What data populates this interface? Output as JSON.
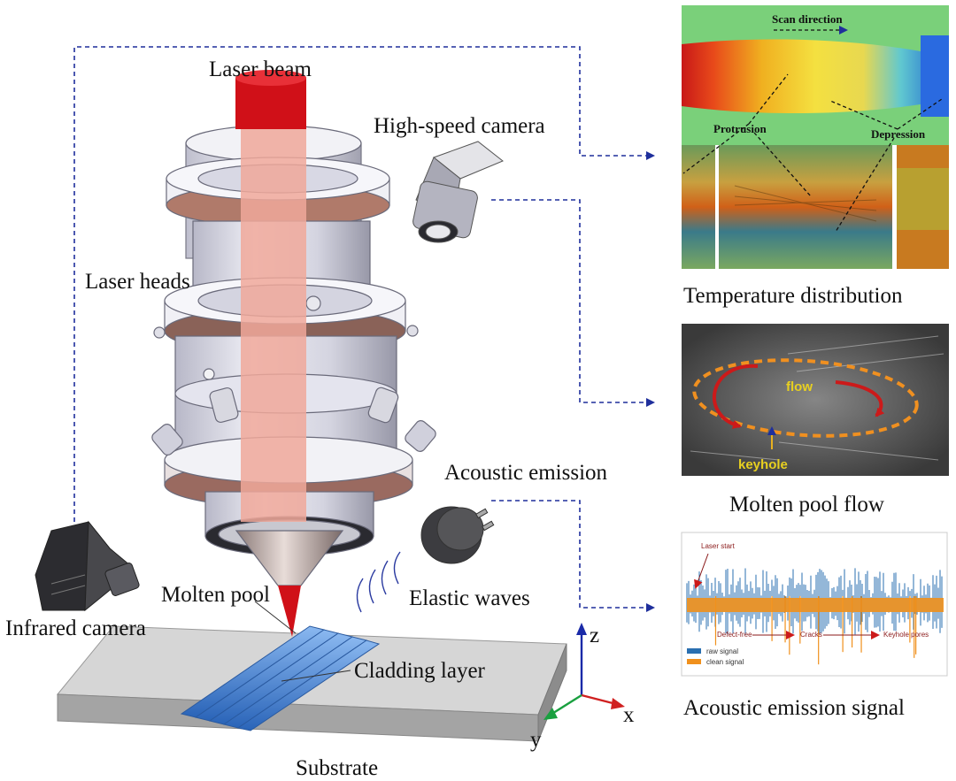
{
  "labels": {
    "laser_beam": "Laser beam",
    "high_speed_camera": "High-speed camera",
    "laser_heads": "Laser heads",
    "acoustic_emission": "Acoustic emission",
    "elastic_waves": "Elastic waves",
    "molten_pool": "Molten pool",
    "infrared_camera": "Infrared camera",
    "cladding_layer": "Cladding layer",
    "substrate": "Substrate",
    "axis_z": "z",
    "axis_x": "x",
    "axis_y": "y"
  },
  "panels": {
    "temperature": {
      "caption": "Temperature distribution",
      "scan_direction": "Scan direction",
      "protrusion": "Protrusion",
      "depression": "Depression"
    },
    "molten_pool_flow": {
      "caption": "Molten pool flow",
      "flow": "flow",
      "keyhole": "keyhole"
    },
    "acoustic_signal": {
      "caption": "Acoustic emission signal",
      "laser_start": "Laser start",
      "defect_free": "Defect-free",
      "cracks": "Cracks",
      "keyhole_pores": "Keyhole pores",
      "legend_raw": "raw signal",
      "legend_clean": "clean signal"
    }
  },
  "colors": {
    "arrow": "#1f2f9c",
    "laser": "#d01018",
    "beam": "#f0a89a",
    "track": "#4a86d8",
    "raw_signal": "#2a6fb0",
    "clean_signal": "#f0901c",
    "defect_text": "#8b1a1a",
    "flow_yellow": "#e8d020"
  }
}
